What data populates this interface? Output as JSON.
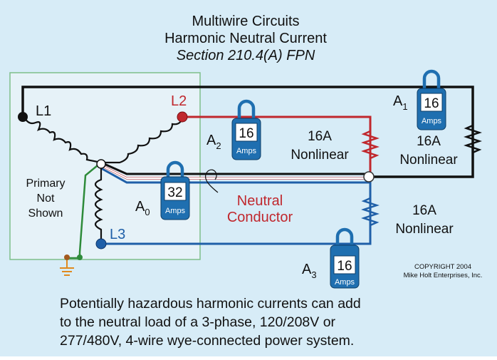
{
  "title": {
    "line1": "Multiwire Circuits",
    "line2": "Harmonic Neutral Current",
    "line3": "Section 210.4(A) FPN"
  },
  "transformer": {
    "l1": "L1",
    "l2": "L2",
    "l3": "L3",
    "primary_line1": "Primary",
    "primary_line2": "Not",
    "primary_line3": "Shown"
  },
  "meters": [
    {
      "id": "A1",
      "letter": "A",
      "sub": "1",
      "value": "16",
      "unit": "Amps"
    },
    {
      "id": "A2",
      "letter": "A",
      "sub": "2",
      "value": "16",
      "unit": "Amps"
    },
    {
      "id": "A0",
      "letter": "A",
      "sub": "0",
      "value": "32",
      "unit": "Amps"
    },
    {
      "id": "A3",
      "letter": "A",
      "sub": "3",
      "value": "16",
      "unit": "Amps"
    }
  ],
  "loads": [
    {
      "amps": "16A",
      "type": "Nonlinear"
    },
    {
      "amps": "16A",
      "type": "Nonlinear"
    },
    {
      "amps": "16A",
      "type": "Nonlinear"
    }
  ],
  "neutral_label": {
    "line1": "Neutral",
    "line2": "Conductor"
  },
  "copyright": {
    "line1": "COPYRIGHT 2004",
    "line2": "Mike Holt Enterprises, Inc."
  },
  "caption": {
    "line1": "Potentially hazardous harmonic currents can add",
    "line2": "to the neutral load of a 3-phase, 120/208V or",
    "line3": "277/480V, 4-wire wye-connected power system."
  },
  "colors": {
    "background": "#d7ecf7",
    "phase_l1": "#111111",
    "phase_l2": "#c0272d",
    "phase_l3": "#1f5fa8",
    "ground": "#2e8b3a",
    "meter_body": "#1f6fb0"
  }
}
